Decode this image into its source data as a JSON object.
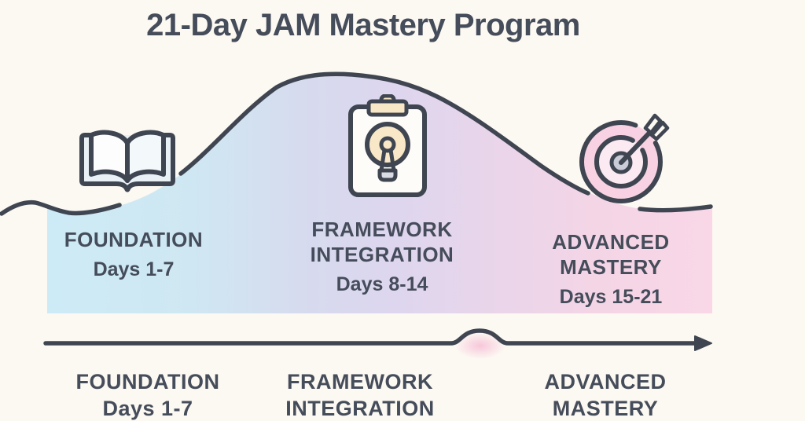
{
  "title": "21-Day JAM Mastery Program",
  "phases": [
    {
      "label": "FOUNDATION",
      "label_line2": "",
      "days": "Days 1-7",
      "icon": "open-book"
    },
    {
      "label": "FRAMEWORK",
      "label_line2": "INTEGRATION",
      "days": "Days 8-14",
      "icon": "clipboard-lightbulb"
    },
    {
      "label": "ADVANCED",
      "label_line2": "MASTERY",
      "days": "Days 15-21",
      "icon": "target-arrow"
    }
  ],
  "timeline_labels": [
    {
      "line1": "FOUNDATION",
      "line2": "Days 1-7"
    },
    {
      "line1": "FRAMEWORK",
      "line2": "INTEGRATION"
    },
    {
      "line1": "ADVANCED",
      "line2": "MASTERY"
    }
  ],
  "colors": {
    "background": "#fcf8f2",
    "text": "#454c5a",
    "outline": "#3f4651",
    "phase1_fill": "#cdebf6",
    "phase2_fill": "#dcd7ee",
    "phase3_fill": "#f9d7e7",
    "clip_tan": "#f8e7c6",
    "bulb_cream": "#f9e8c8",
    "target_pink": "#f8d2e2",
    "bullseye_gray": "#c9ccd7"
  }
}
